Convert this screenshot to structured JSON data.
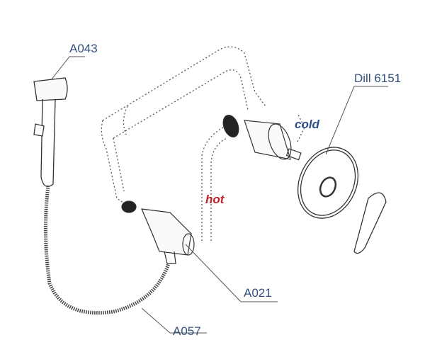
{
  "labels": {
    "handset": "A043",
    "panel": "Dill 6151",
    "elbow": "A021",
    "hose": "A057",
    "hot": "hot",
    "cold": "cold"
  },
  "colors": {
    "label": "#34507e",
    "hot": "#c0202a",
    "cold": "#2c4f8c",
    "line": "#333333"
  }
}
